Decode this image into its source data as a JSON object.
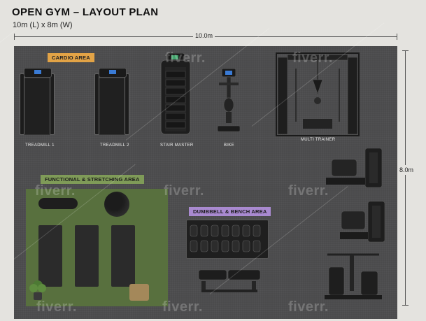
{
  "header": {
    "title": "OPEN GYM – LAYOUT PLAN",
    "subtitle": "10m (L) x 8m (W)"
  },
  "dimensions": {
    "length_label": "10.0m",
    "width_label": "8.0m"
  },
  "zones": {
    "cardio": {
      "label": "CARDIO AREA",
      "color": "#e2a346"
    },
    "functional": {
      "label": "FUNCTIONAL & STRETCHING AREA",
      "color": "#7f9b58"
    },
    "dumbbell": {
      "label": "DUMBBELL & BENCH AREA",
      "color": "#a98ad0"
    }
  },
  "equipment": {
    "treadmill1": "TREADMILL 1",
    "treadmill2": "TREADMILL 2",
    "stairmaster": "STAIR MASTER",
    "bike": "BIKE",
    "multitrainer": "MULTI TRAINER"
  },
  "watermark": {
    "text": "fiverr."
  },
  "colors": {
    "floor": "#4b4b4c",
    "background": "#e4e3df",
    "turf": "#516a36"
  }
}
